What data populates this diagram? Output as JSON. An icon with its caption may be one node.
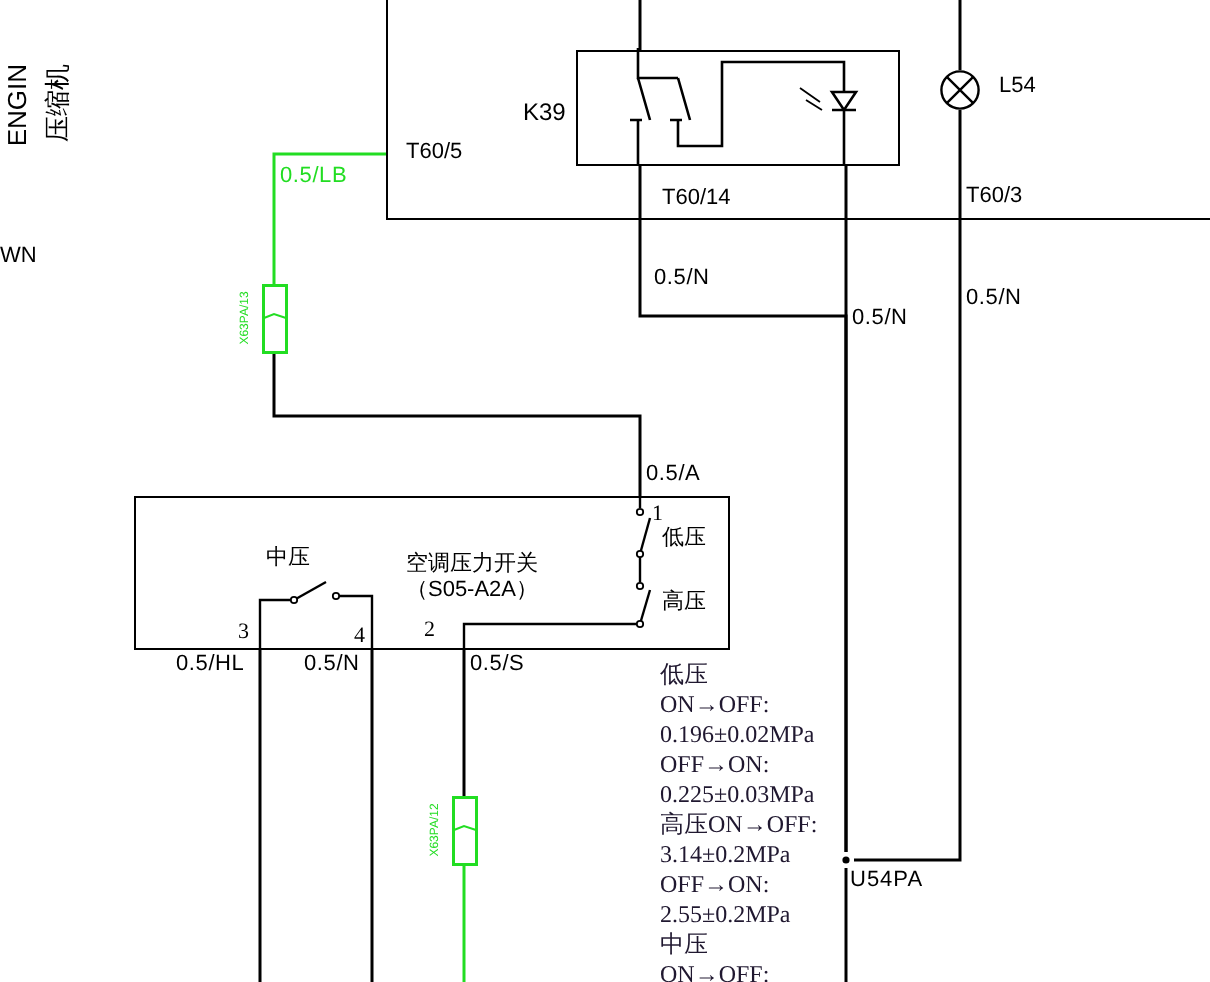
{
  "diagram": {
    "nodes": [
      {
        "text": [
          "T60/5",
          "T60/14",
          "T60/3"
        ]
      },
      {
        "text": [
          "K39"
        ],
        "in": 0
      },
      {
        "text": [],
        "shape": "circle",
        "beside": [
          "L54"
        ],
        "in": 0
      },
      {
        "text": [
          "X63PA/13"
        ]
      },
      {
        "text": [
          "1",
          "低压",
          "中压",
          "空调压力开关（S05-A2A）",
          "高压",
          "3",
          "4",
          "2"
        ]
      },
      {
        "text": [
          "X63PA/12"
        ]
      },
      {
        "text": [],
        "shape": "circle",
        "beside": [
          "U54PA"
        ]
      }
    ],
    "edges": [
      {
        "from": 0,
        "to": 3,
        "arrow": "none",
        "label": "0.5/LB",
        "color": "#22dd22"
      },
      {
        "from": 3,
        "to": 4,
        "arrow": "none",
        "label": "0.5/A"
      },
      {
        "from": 1,
        "to": 6,
        "arrow": "none",
        "label": "0.5/N"
      },
      {
        "from": 1,
        "to": 6,
        "arrow": "none",
        "label": "0.5/N"
      },
      {
        "from": 2,
        "to": 6,
        "arrow": "none",
        "label": "0.5/N"
      },
      {
        "from": 6,
        "to": null,
        "arrow": "none"
      },
      {
        "from": 4,
        "to": 5,
        "arrow": "none",
        "label": "0.5/S"
      },
      {
        "from": 5,
        "to": null,
        "arrow": "none",
        "color": "#22dd22"
      },
      {
        "from": 4,
        "to": null,
        "arrow": "none",
        "label": "0.5/HL"
      },
      {
        "from": 4,
        "to": null,
        "arrow": "none",
        "label": "0.5/N"
      },
      {
        "from": null,
        "to": 1,
        "arrow": "none"
      },
      {
        "from": null,
        "to": 2,
        "arrow": "none"
      }
    ],
    "labels": [
      "ENGIN",
      "压缩机",
      "WN",
      "低压",
      "ON→OFF:",
      "0.196±0.02MPa",
      "OFF→ON:",
      "0.225±0.03MPa",
      "高压ON→OFF:",
      "3.14±0.2MPa",
      "OFF→ON:",
      "2.55±0.2MPa",
      "中压",
      "ON→OFF:"
    ]
  }
}
